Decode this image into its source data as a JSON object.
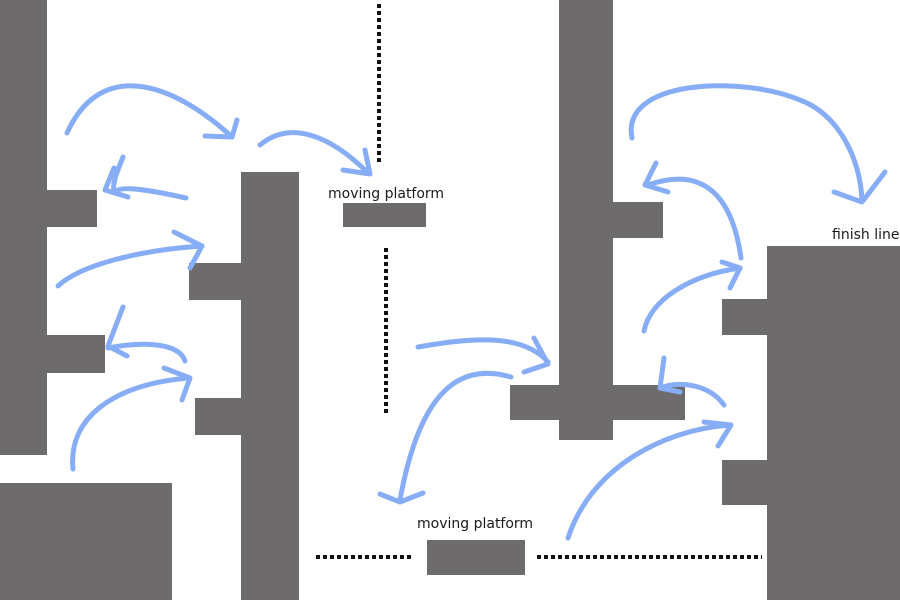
{
  "labels": {
    "moving_platform_top": "moving platform",
    "moving_platform_bottom": "moving platform",
    "finish_line": "finish line"
  },
  "colors": {
    "wall": "#6d6b6b",
    "arrow": "#86adf5",
    "dotted_path": "#111111",
    "background": "#ffffff"
  }
}
